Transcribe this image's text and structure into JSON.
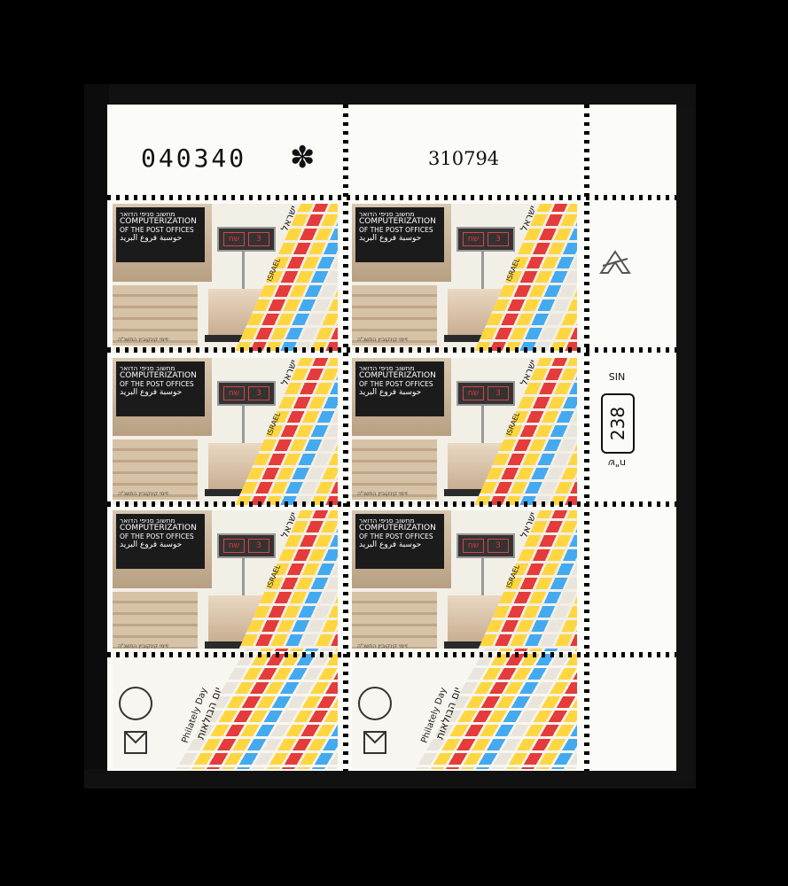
{
  "sheet": {
    "serial_number": "040340",
    "control_number": "310794",
    "asterisk": "✽",
    "value_label_top": "NIS",
    "value_number": "238",
    "value_label_bottom": "ש\"ח"
  },
  "stamp": {
    "screen_hebrew": "מחשוב סניפי הדואר",
    "screen_english_line1": "COMPUTERIZATION",
    "screen_english_line2": "OF THE POST OFFICES",
    "screen_arabic": "حوسبة فروع البريد",
    "display_left": "שח",
    "display_right": "3",
    "country_hebrew": "ישראל",
    "country_english": "ISRAEL",
    "designer": "זיימי קינקוביץ התשנ\"ה"
  },
  "tab": {
    "hebrew": "יום הבולאות",
    "english": "Philately Day"
  },
  "colors": {
    "yellow_key": "#ffd640",
    "red_key": "#e53b3b",
    "blue_key": "#44aaf0",
    "paper": "#fbfbf8"
  }
}
